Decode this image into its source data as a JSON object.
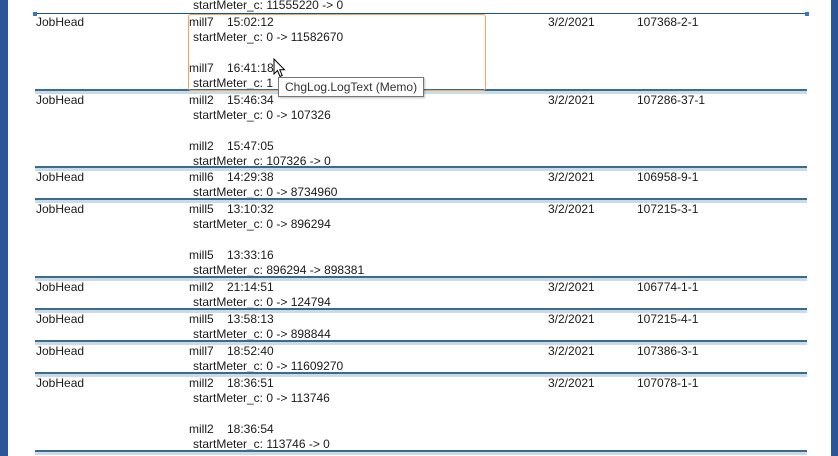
{
  "top_partial": {
    "text": "startMeter_c: 11555220 -> 0"
  },
  "records": [
    {
      "table": "JobHead",
      "date": "3/2/2021",
      "key": "107368-2-1",
      "entries": [
        {
          "header": "mill7    15:02:12",
          "detail": "startMeter_c: 0 -> 11582670"
        },
        {
          "header": "mill7    16:41:18",
          "detail": "startMeter_c: 1"
        }
      ]
    },
    {
      "table": "JobHead",
      "date": "3/2/2021",
      "key": "107286-37-1",
      "entries": [
        {
          "header": "mill2    15:46:34",
          "detail": "startMeter_c: 0 -> 107326"
        },
        {
          "header": "mill2    15:47:05",
          "detail": "startMeter_c: 107326 -> 0"
        }
      ]
    },
    {
      "table": "JobHead",
      "date": "3/2/2021",
      "key": "106958-9-1",
      "entries": [
        {
          "header": "mill6    14:29:38",
          "detail": "startMeter_c: 0 -> 8734960"
        }
      ]
    },
    {
      "table": "JobHead",
      "date": "3/2/2021",
      "key": "107215-3-1",
      "entries": [
        {
          "header": "mill5    13:10:32",
          "detail": "startMeter_c: 0 -> 896294"
        },
        {
          "header": "mill5    13:33:16",
          "detail": "startMeter_c: 896294 -> 898381"
        }
      ]
    },
    {
      "table": "JobHead",
      "date": "3/2/2021",
      "key": "106774-1-1",
      "entries": [
        {
          "header": "mill2    21:14:51",
          "detail": "startMeter_c: 0 -> 124794"
        }
      ]
    },
    {
      "table": "JobHead",
      "date": "3/2/2021",
      "key": "107215-4-1",
      "entries": [
        {
          "header": "mill5    13:58:13",
          "detail": "startMeter_c: 0 -> 898844"
        }
      ]
    },
    {
      "table": "JobHead",
      "date": "3/2/2021",
      "key": "107386-3-1",
      "entries": [
        {
          "header": "mill7    18:52:40",
          "detail": "startMeter_c: 0 -> 11609270"
        }
      ]
    },
    {
      "table": "JobHead",
      "date": "3/2/2021",
      "key": "107078-1-1",
      "entries": [
        {
          "header": "mill2    18:36:51",
          "detail": "startMeter_c: 0 -> 113746"
        },
        {
          "header": "mill2    18:36:54",
          "detail": "startMeter_c: 113746 -> 0"
        }
      ]
    }
  ],
  "tooltip": {
    "text": "ChgLog.LogText (Memo)"
  },
  "colors": {
    "frame": "#2b579a",
    "separator": "#c7dbea",
    "selection": "#f2a55e"
  }
}
